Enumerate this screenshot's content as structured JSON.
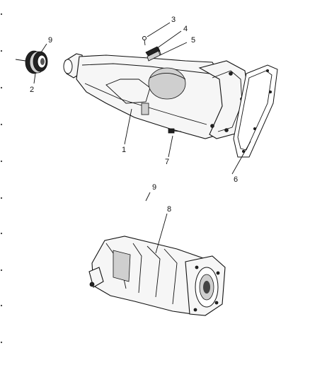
{
  "callouts": {
    "c1": "1",
    "c2": "2",
    "c3": "3",
    "c4": "4",
    "c5": "5",
    "c6": "6",
    "c7": "7",
    "c8": "8",
    "c9_top": "9",
    "c9_mid": "9"
  }
}
